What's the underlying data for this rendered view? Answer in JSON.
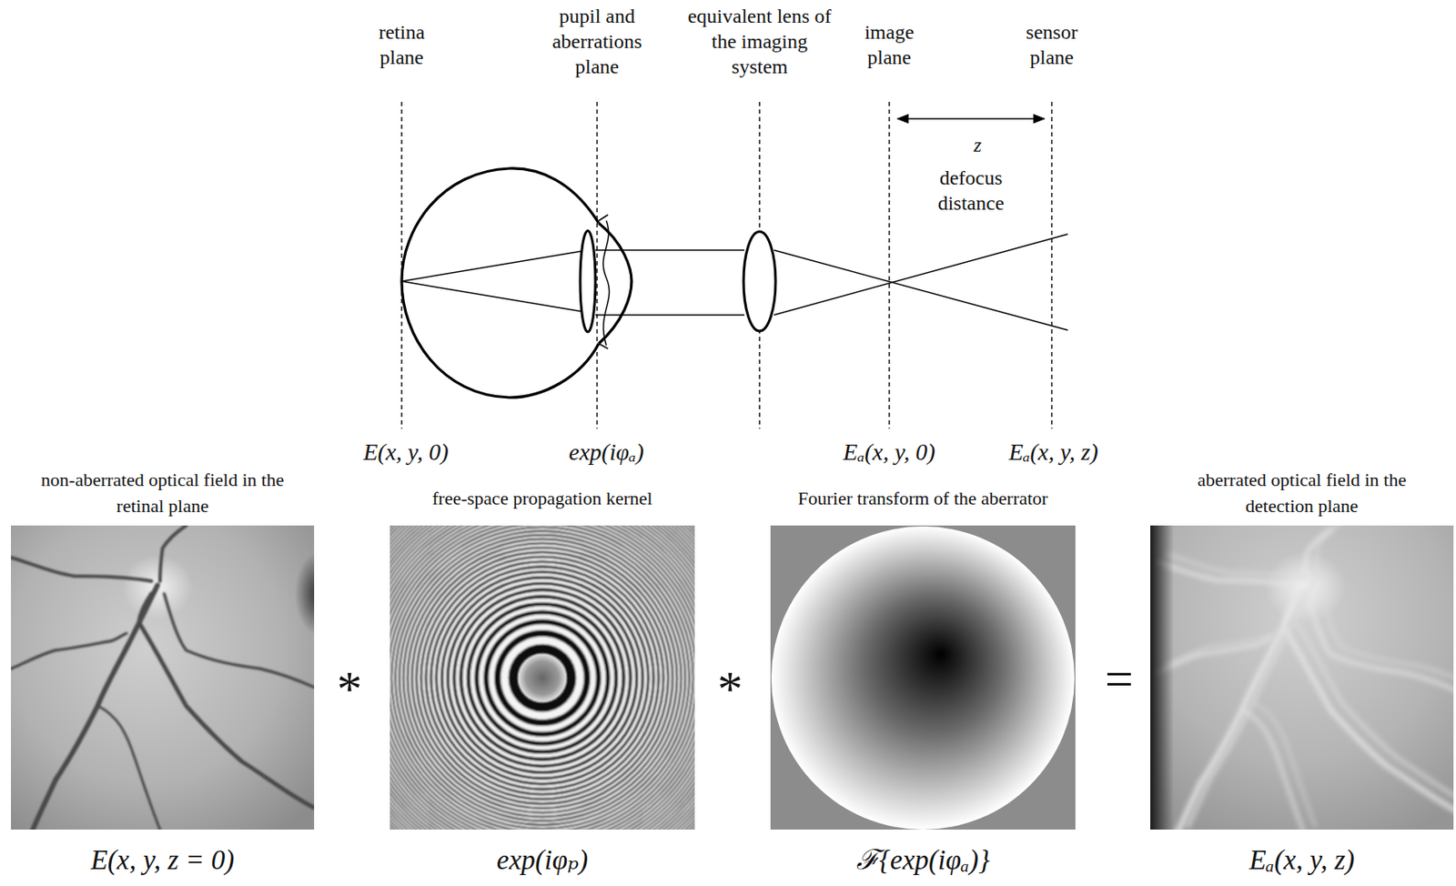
{
  "diagram": {
    "nodes": [
      {
        "text": [
          "non-aberrated optical field in the retinal plane",
          "E(x, y, z = 0)"
        ]
      },
      {
        "text": [
          "free-space propagation kernel",
          "exp(iφₚ)"
        ]
      },
      {
        "text": [
          "Fourier transform of the aberrator",
          "ℱ{exp(iφₐ)}"
        ]
      },
      {
        "text": [
          "aberrated optical field in the detection plane",
          "Eₐ(x, y, z)"
        ]
      }
    ],
    "labels": [
      "retina plane",
      "pupil and aberrations plane",
      "equivalent lens of the imaging system",
      "image plane",
      "sensor plane",
      "z",
      "defocus distance",
      "E(x, y, 0)",
      "exp(iφₐ)",
      "Eₐ(x, y, 0)",
      "Eₐ(x, y, z)",
      "*",
      "*",
      "="
    ]
  }
}
